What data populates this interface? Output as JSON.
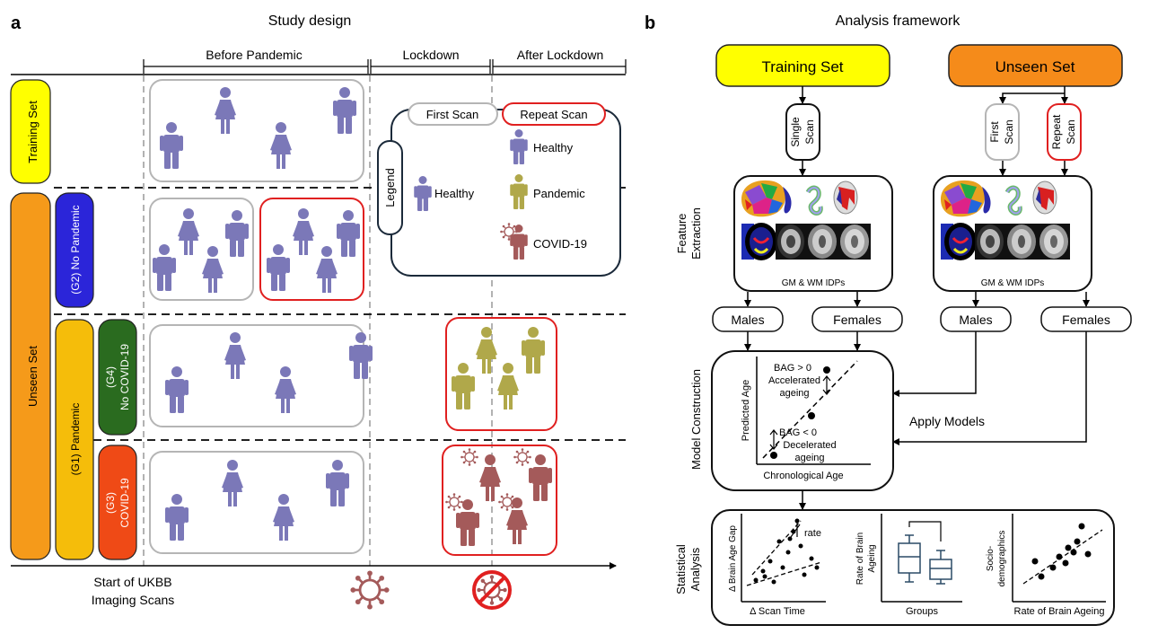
{
  "panel_a": {
    "letter": "a",
    "title": "Study design",
    "periods": [
      "Before Pandemic",
      "Lockdown",
      "After Lockdown"
    ],
    "groups": {
      "training": "Training Set",
      "unseen": "Unseen Set",
      "g2": "(G2) No Pandemic",
      "g1": "(G1) Pandemic",
      "g4_line1": "(G4)",
      "g4_line2": "No COVID-19",
      "g3_line1": "(G3)",
      "g3_line2": "COVID-19"
    },
    "legend": {
      "title": "Legend",
      "first_scan": "First Scan",
      "repeat_scan": "Repeat Scan",
      "healthy_left": "Healthy",
      "healthy": "Healthy",
      "pandemic": "Pandemic",
      "covid": "COVID-19"
    },
    "axis_line1": "Start of UKBB",
    "axis_line2": "Imaging Scans",
    "colors": {
      "healthy": "#7b78b8",
      "pandemic": "#b0a84a",
      "covid": "#a45a5a",
      "yellow": "#ffff00",
      "orange": "#f59a1a",
      "amber": "#f5bd0a",
      "blue": "#2b25d9",
      "green": "#2a6b1f",
      "red_orange": "#ef4a16"
    }
  },
  "panel_b": {
    "letter": "b",
    "title": "Analysis framework",
    "training_set": "Training Set",
    "unseen_set": "Unseen Set",
    "single_scan": "Single Scan",
    "first_scan": "First Scan",
    "repeat_scan": "Repeat Scan",
    "feature_extraction_1": "Feature",
    "feature_extraction_2": "Extraction",
    "gm_wm_left": "GM & WM IDPs",
    "gm_wm_right": "GM & WM IDPs",
    "males_left": "Males",
    "females_left": "Females",
    "males_right": "Males",
    "females_right": "Females",
    "model_construction": "Model Construction",
    "bag_pos": "BAG > 0",
    "accelerated_1": "Accelerated",
    "accelerated_2": "ageing",
    "bag_neg": "BAG < 0",
    "decelerated_1": "Decelerated",
    "decelerated_2": "ageing",
    "predicted_age": "Predicted Age",
    "chronological_age": "Chronological Age",
    "apply_models": "Apply Models",
    "statistical_analysis_1": "Statistical",
    "statistical_analysis_2": "Analysis",
    "brain_age_gap": "Δ Brain Age Gap",
    "scan_time": "Δ Scan Time",
    "rate": "rate",
    "rate_brain_ageing_y1": "Rate of Brain",
    "rate_brain_ageing_y2": "Ageing",
    "groups": "Groups",
    "socio_1": "Socio-",
    "socio_2": "demographics",
    "rate_brain_ageing_x": "Rate of Brain Ageing"
  }
}
